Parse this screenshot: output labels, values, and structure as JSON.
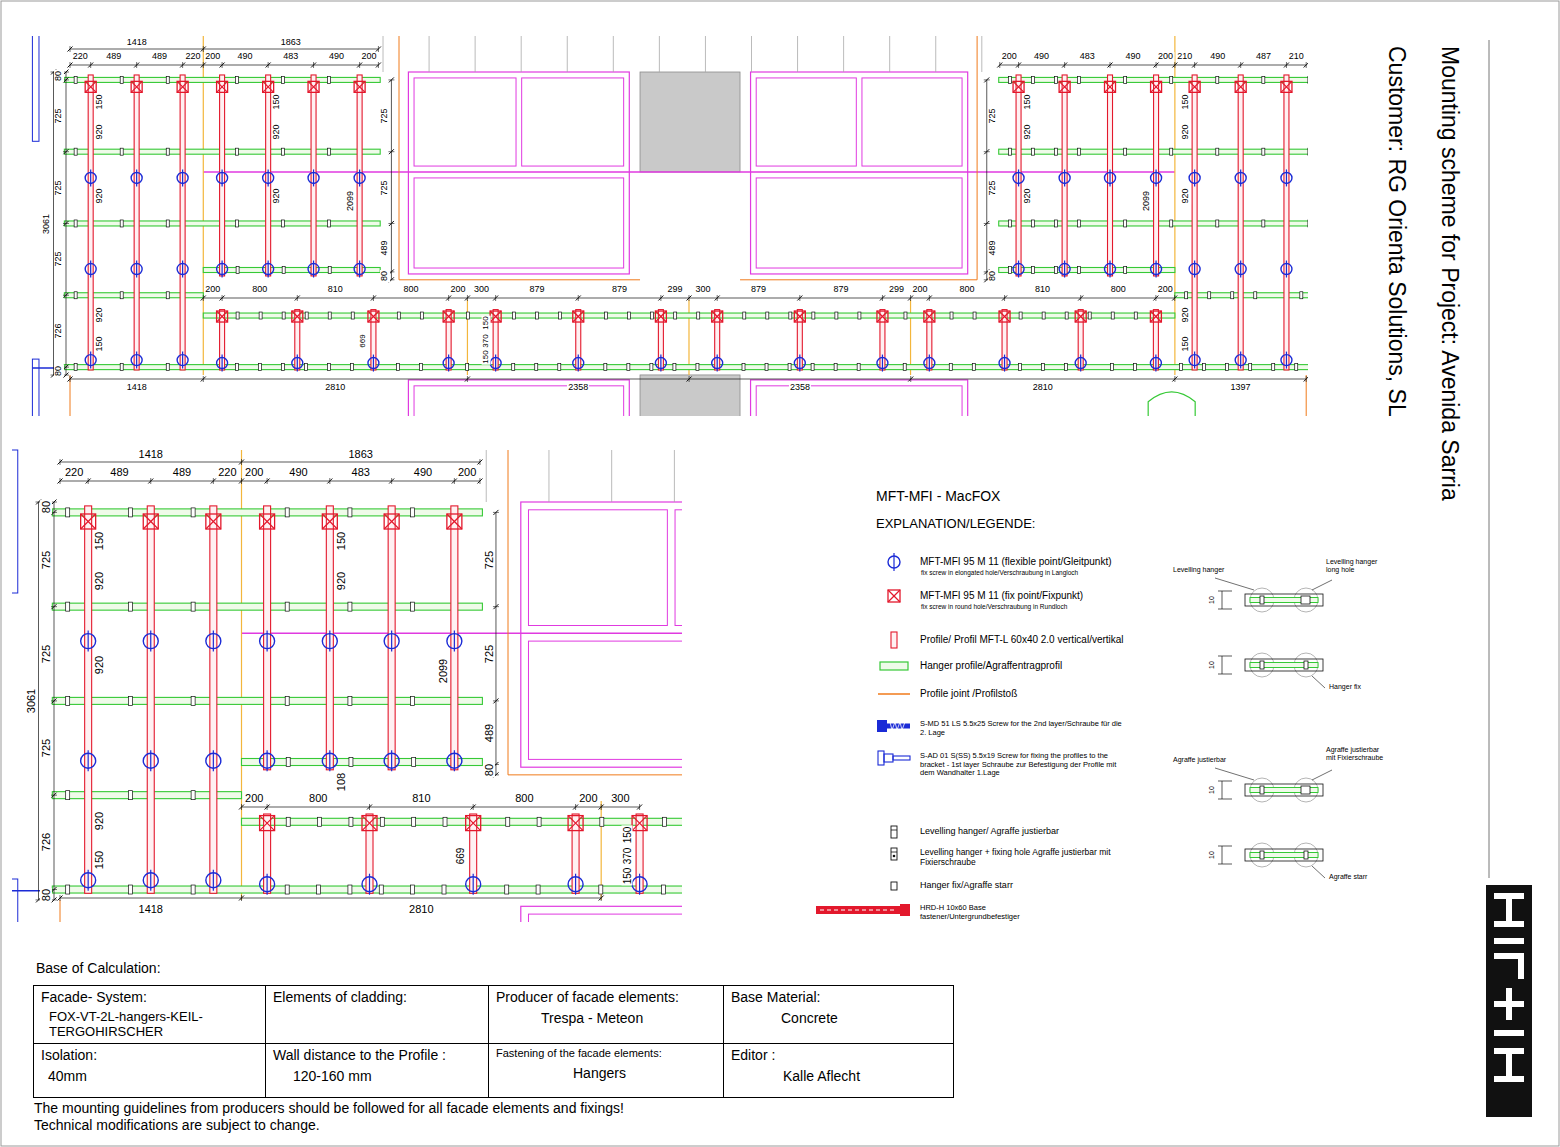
{
  "diagram": {
    "title": "Mounting scheme for Project: Avenida Sarria",
    "nodes": [
      {
        "text": [
          "Facade- System:",
          "FOX-VT-2L-hangers-KEIL-TERGOHIRSCHER"
        ]
      },
      {
        "text": [
          "Elements of cladding:"
        ]
      },
      {
        "text": [
          "Producer of facade elements:",
          "Trespa - Meteon"
        ]
      },
      {
        "text": [
          "Base Material:",
          "Concrete"
        ]
      },
      {
        "text": [
          "Isolation:",
          "40mm"
        ]
      },
      {
        "text": [
          "Wall distance to the Profile :",
          "120-160 mm"
        ]
      },
      {
        "text": [
          "Fastening of the facade elements:",
          "Hangers"
        ]
      },
      {
        "text": [
          "Editor :",
          "Kalle Aflecht"
        ]
      }
    ],
    "labels": [
      "1418",
      "1863",
      "220",
      "489",
      "489",
      "220",
      "200",
      "490",
      "483",
      "490",
      "200",
      "200",
      "490",
      "483",
      "490",
      "200",
      "210",
      "490",
      "487",
      "210",
      "80",
      "725",
      "725",
      "725",
      "726",
      "80",
      "3061",
      "150",
      "920",
      "920",
      "920",
      "150",
      "150",
      "920",
      "920",
      "2099",
      "725",
      "725",
      "489",
      "80",
      "725",
      "725",
      "489",
      "80",
      "150",
      "920",
      "920",
      "2099",
      "150",
      "920",
      "920",
      "920",
      "150",
      "200",
      "800",
      "810",
      "800",
      "200",
      "300",
      "879",
      "879",
      "299",
      "300",
      "879",
      "879",
      "299",
      "200",
      "800",
      "810",
      "800",
      "200",
      "669",
      "150",
      "370",
      "150",
      "1418",
      "2810",
      "2358",
      "2358",
      "2810",
      "1397",
      "1418",
      "1863",
      "220",
      "489",
      "489",
      "220",
      "200",
      "490",
      "483",
      "490",
      "200",
      "80",
      "725",
      "725",
      "725",
      "726",
      "80",
      "3061",
      "150",
      "920",
      "920",
      "920",
      "150",
      "150",
      "920",
      "108",
      "2099",
      "725",
      "725",
      "489",
      "80",
      "200",
      "800",
      "810",
      "800",
      "200",
      "300",
      "669",
      "150",
      "370",
      "150",
      "1418",
      "2810",
      "MFT-MFI - MacFOX",
      "EXPLANATION/LEGENDE:",
      "fix screw in elongated hole/Verschraubung in Langloch",
      "fix screw in round hole/Verschraubung in Rundloch",
      "Levelling hanger",
      "Levelling hanger long hole",
      "10",
      "10",
      "Hanger fix",
      "Agraffe justierbar",
      "Agraffe justierbar mit Fixierschraube",
      "10",
      "10",
      "Agraffe starr",
      "Base of Calculation:",
      "The mounting guidelines from producers should be followed for all facade elements and fixings!",
      "Technical modifications are subject to change.",
      "Customer: RG Orienta Solutions, SL"
    ],
    "legend": [
      {
        "text": "MFT-MFI 95 M 11 (flexible point/Gleitpunkt)"
      },
      {
        "text": "MFT-MFI 95 M 11 (fix point/Fixpunkt)"
      },
      {
        "text": "Profile/ Profil MFT-L 60x40 2.0 vertical/vertikal"
      },
      {
        "text": "Hanger profile/Agraffentragprofil"
      },
      {
        "text": "Profile joint /Profilstoß"
      },
      {
        "text": "S-MD 51 LS 5.5x25 Screw for the 2nd layer/Schraube für die 2. Lage"
      },
      {
        "text": "S-AD 01 S(SS) 5.5x19 Screw for fixing the profiles to the bracket - 1st layer Schraube zur Befestigung der Profile mit dem Wandhalter 1.Lage"
      },
      {
        "text": "Levelling hanger/ Agraffe justierbar"
      },
      {
        "text": "Levelling hanger + fixing hole Agraffe justierbar mit Fixierschraube"
      },
      {
        "text": "Hanger fix/Agraffe starr"
      },
      {
        "text": "HRD-H 10x60 Base fastener/Untergrundbefestiger"
      }
    ]
  }
}
